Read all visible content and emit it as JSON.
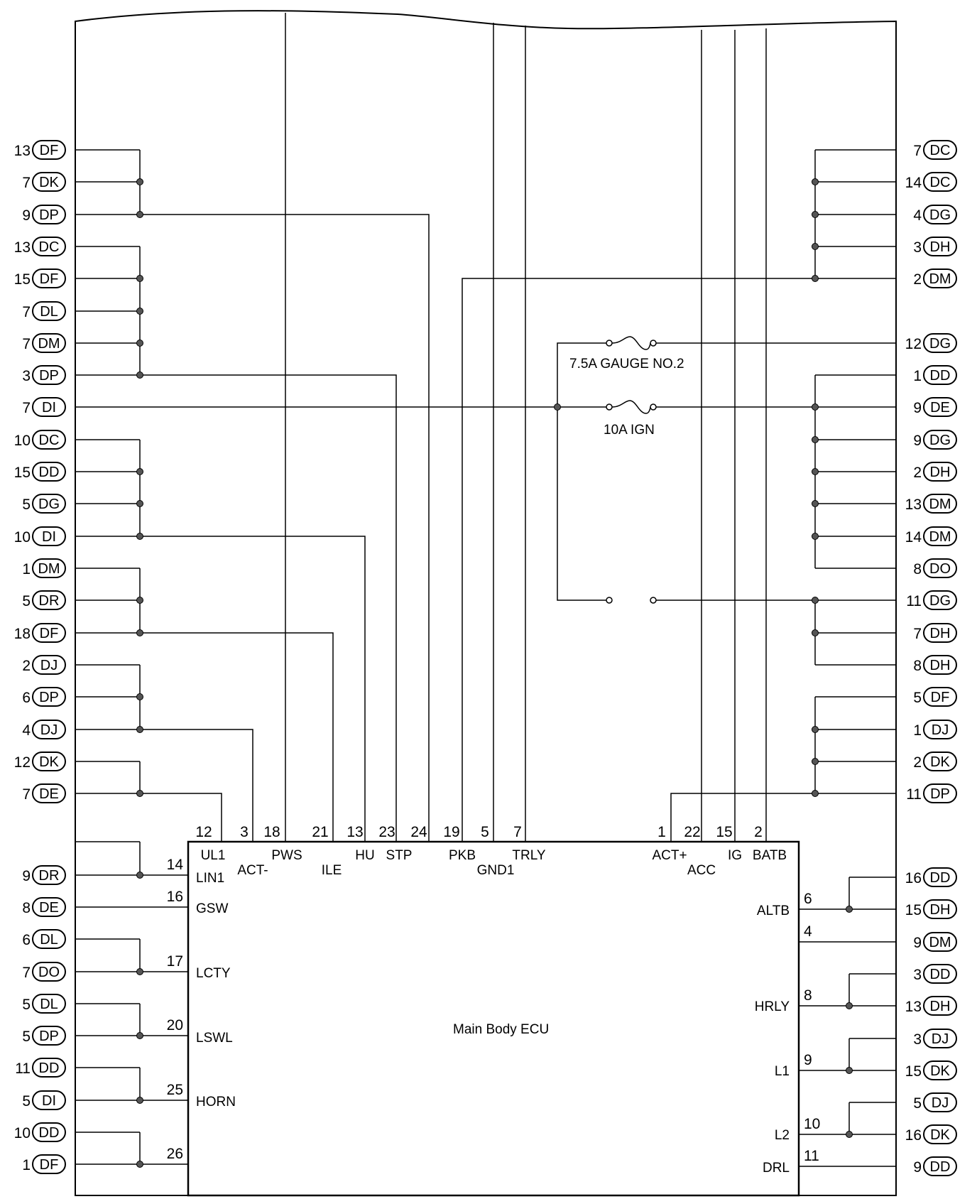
{
  "left_connectors": [
    {
      "pin": "13",
      "code": "DF"
    },
    {
      "pin": "7",
      "code": "DK"
    },
    {
      "pin": "9",
      "code": "DP"
    },
    {
      "pin": "13",
      "code": "DC"
    },
    {
      "pin": "15",
      "code": "DF"
    },
    {
      "pin": "7",
      "code": "DL"
    },
    {
      "pin": "7",
      "code": "DM"
    },
    {
      "pin": "3",
      "code": "DP"
    },
    {
      "pin": "7",
      "code": "DI"
    },
    {
      "pin": "10",
      "code": "DC"
    },
    {
      "pin": "15",
      "code": "DD"
    },
    {
      "pin": "5",
      "code": "DG"
    },
    {
      "pin": "10",
      "code": "DI"
    },
    {
      "pin": "1",
      "code": "DM"
    },
    {
      "pin": "5",
      "code": "DR"
    },
    {
      "pin": "18",
      "code": "DF"
    },
    {
      "pin": "2",
      "code": "DJ"
    },
    {
      "pin": "6",
      "code": "DP"
    },
    {
      "pin": "4",
      "code": "DJ"
    },
    {
      "pin": "12",
      "code": "DK"
    },
    {
      "pin": "7",
      "code": "DE"
    },
    {
      "pin": "9",
      "code": "DR"
    },
    {
      "pin": "8",
      "code": "DE"
    },
    {
      "pin": "6",
      "code": "DL"
    },
    {
      "pin": "7",
      "code": "DO"
    },
    {
      "pin": "5",
      "code": "DL"
    },
    {
      "pin": "5",
      "code": "DP"
    },
    {
      "pin": "11",
      "code": "DD"
    },
    {
      "pin": "5",
      "code": "DI"
    },
    {
      "pin": "10",
      "code": "DD"
    },
    {
      "pin": "1",
      "code": "DF"
    }
  ],
  "right_connectors": [
    {
      "pin": "7",
      "code": "DC"
    },
    {
      "pin": "14",
      "code": "DC"
    },
    {
      "pin": "4",
      "code": "DG"
    },
    {
      "pin": "3",
      "code": "DH"
    },
    {
      "pin": "2",
      "code": "DM"
    },
    {
      "pin": "12",
      "code": "DG"
    },
    {
      "pin": "1",
      "code": "DD"
    },
    {
      "pin": "9",
      "code": "DE"
    },
    {
      "pin": "9",
      "code": "DG"
    },
    {
      "pin": "2",
      "code": "DH"
    },
    {
      "pin": "13",
      "code": "DM"
    },
    {
      "pin": "14",
      "code": "DM"
    },
    {
      "pin": "8",
      "code": "DO"
    },
    {
      "pin": "11",
      "code": "DG"
    },
    {
      "pin": "7",
      "code": "DH"
    },
    {
      "pin": "8",
      "code": "DH"
    },
    {
      "pin": "5",
      "code": "DF"
    },
    {
      "pin": "1",
      "code": "DJ"
    },
    {
      "pin": "2",
      "code": "DK"
    },
    {
      "pin": "11",
      "code": "DP"
    },
    {
      "pin": "16",
      "code": "DD"
    },
    {
      "pin": "15",
      "code": "DH"
    },
    {
      "pin": "9",
      "code": "DM"
    },
    {
      "pin": "3",
      "code": "DD"
    },
    {
      "pin": "13",
      "code": "DH"
    },
    {
      "pin": "3",
      "code": "DJ"
    },
    {
      "pin": "15",
      "code": "DK"
    },
    {
      "pin": "5",
      "code": "DJ"
    },
    {
      "pin": "16",
      "code": "DK"
    },
    {
      "pin": "9",
      "code": "DD"
    }
  ],
  "fuses": [
    {
      "label": "7.5A GAUGE NO.2"
    },
    {
      "label": "10A IGN"
    }
  ],
  "ecu": {
    "title": "Main Body ECU",
    "top_pins": [
      {
        "num": "12",
        "signal": "UL1"
      },
      {
        "num": "3",
        "signal": "ACT-"
      },
      {
        "num": "18",
        "signal": "PWS"
      },
      {
        "num": "21",
        "signal": "ILE"
      },
      {
        "num": "13",
        "signal": "HU"
      },
      {
        "num": "23",
        "signal": "STP"
      },
      {
        "num": "24",
        "signal": ""
      },
      {
        "num": "19",
        "signal": "PKB"
      },
      {
        "num": "5",
        "signal": "GND1"
      },
      {
        "num": "7",
        "signal": "TRLY"
      },
      {
        "num": "1",
        "signal": "ACT+"
      },
      {
        "num": "22",
        "signal": "ACC"
      },
      {
        "num": "15",
        "signal": "IG"
      },
      {
        "num": "2",
        "signal": "BATB"
      }
    ],
    "left_pins": [
      {
        "num": "14",
        "signal": "LIN1"
      },
      {
        "num": "16",
        "signal": "GSW"
      },
      {
        "num": "17",
        "signal": "LCTY"
      },
      {
        "num": "20",
        "signal": "LSWL"
      },
      {
        "num": "25",
        "signal": "HORN"
      },
      {
        "num": "26",
        "signal": ""
      }
    ],
    "right_pins": [
      {
        "num": "6",
        "signal": "ALTB"
      },
      {
        "num": "4",
        "signal": ""
      },
      {
        "num": "8",
        "signal": "HRLY"
      },
      {
        "num": "9",
        "signal": "L1"
      },
      {
        "num": "10",
        "signal": "L2"
      },
      {
        "num": "11",
        "signal": "DRL"
      }
    ]
  }
}
